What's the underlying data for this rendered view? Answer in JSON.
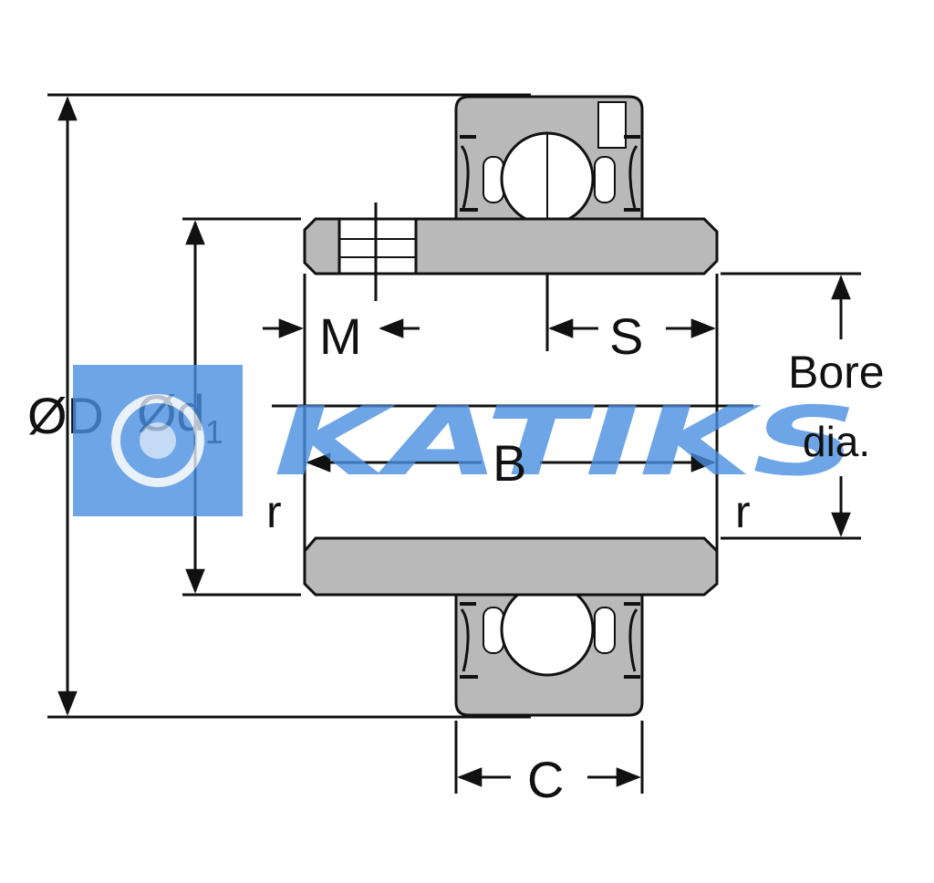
{
  "labels": {
    "outer_diameter": "ØD",
    "collar_diameter_prefix": "Ød",
    "collar_diameter_sub": "1",
    "set_screw_offset": "M",
    "screw_to_edge": "S",
    "bore_line1": "Bore",
    "bore_line2": "dia.",
    "inner_width": "B",
    "fillet_left": "r",
    "fillet_right": "r",
    "outer_width": "C"
  },
  "watermark": {
    "text": "KATIKS",
    "color": "#4a8fe0"
  },
  "colors": {
    "line": "#111111",
    "steel": "#b9b9b9",
    "steel_dark": "#8f8f8f"
  }
}
